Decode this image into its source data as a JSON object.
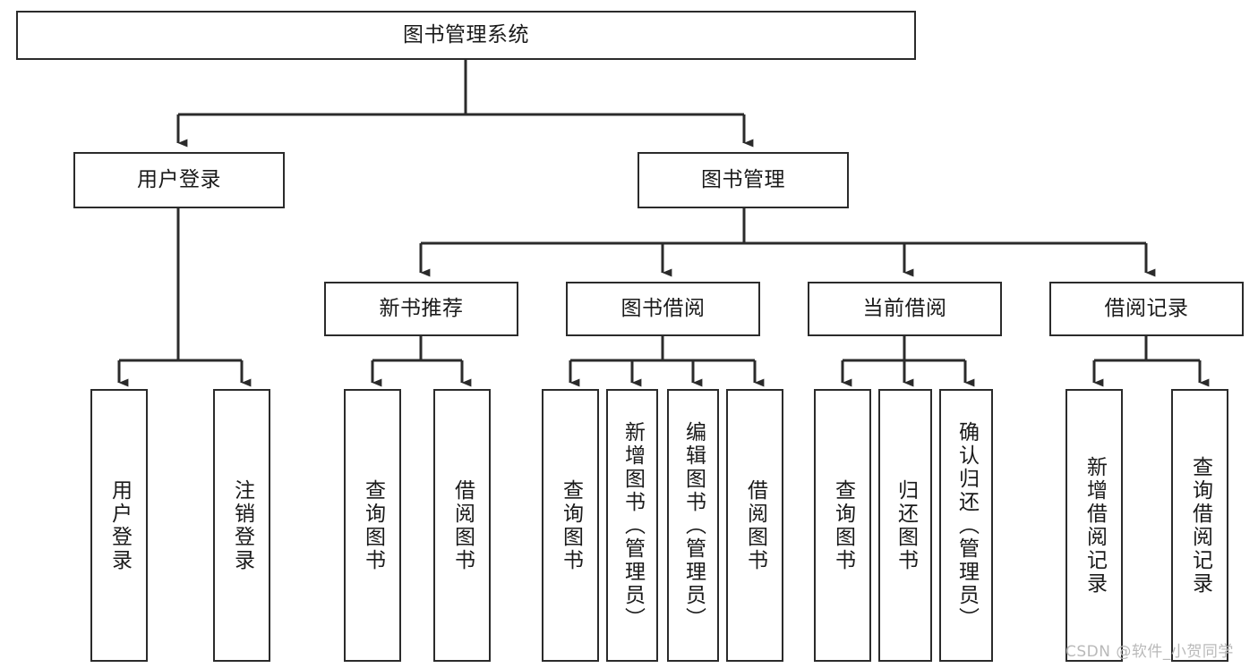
{
  "diagram": {
    "type": "tree-hierarchy-chart",
    "title": "图书管理系统",
    "background_color": "#ffffff",
    "line_color": "#2b2b2b",
    "box_border_color": "#2b2b2b",
    "text_color": "#1a1a1a"
  },
  "nodes": {
    "root": {
      "label": "图书管理系统"
    },
    "level2": [
      {
        "label": "用户登录"
      },
      {
        "label": "图书管理"
      }
    ],
    "level3": [
      {
        "label": "新书推荐"
      },
      {
        "label": "图书借阅"
      },
      {
        "label": "当前借阅"
      },
      {
        "label": "借阅记录"
      }
    ],
    "leaves": {
      "user_login": [
        {
          "label": "用户登录"
        },
        {
          "label": "注销登录"
        }
      ],
      "new_book_recommend": [
        {
          "label": "查询图书"
        },
        {
          "label": "借阅图书"
        }
      ],
      "book_borrow": [
        {
          "label": "查询图书"
        },
        {
          "label": "新增图书（管理员）"
        },
        {
          "label": "编辑图书（管理员）"
        },
        {
          "label": "借阅图书"
        }
      ],
      "current_borrow": [
        {
          "label": "查询图书"
        },
        {
          "label": "归还图书"
        },
        {
          "label": "确认归还（管理员）"
        }
      ],
      "borrow_record": [
        {
          "label": "新增借阅记录"
        },
        {
          "label": "查询借阅记录"
        }
      ]
    }
  },
  "watermark": {
    "text": "CSDN @软件_小贺同学"
  }
}
